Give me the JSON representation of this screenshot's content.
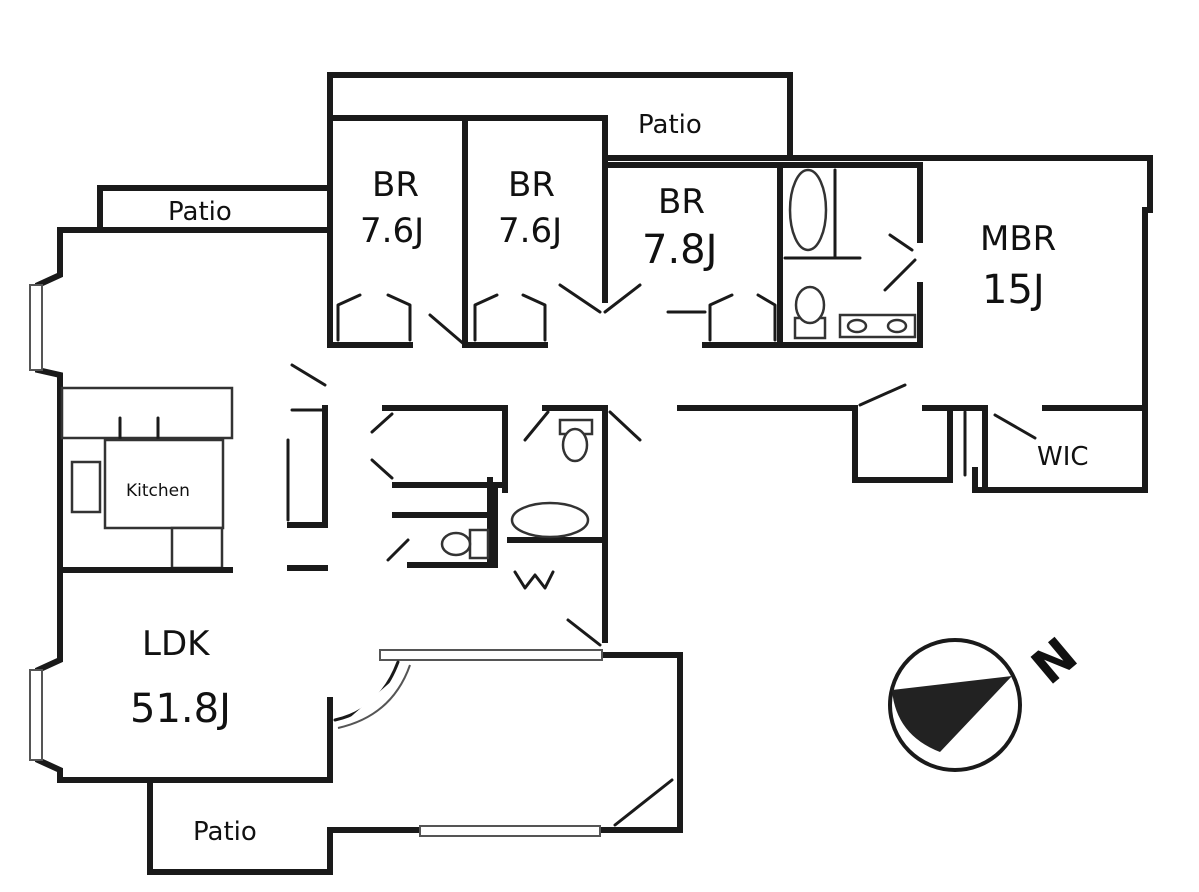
{
  "rooms": {
    "patio_top": "Patio",
    "patio_left": "Patio",
    "patio_bottom": "Patio",
    "br1_name": "BR",
    "br1_size": "7.6J",
    "br2_name": "BR",
    "br2_size": "7.6J",
    "br3_name": "BR",
    "br3_size": "7.8J",
    "mbr_name": "MBR",
    "mbr_size": "15J",
    "wic": "WIC",
    "kitchen": "Kitchen",
    "ldk_name": "LDK",
    "ldk_size": "51.8J"
  },
  "compass": {
    "north_label": "N",
    "needle_color": "#222222"
  }
}
